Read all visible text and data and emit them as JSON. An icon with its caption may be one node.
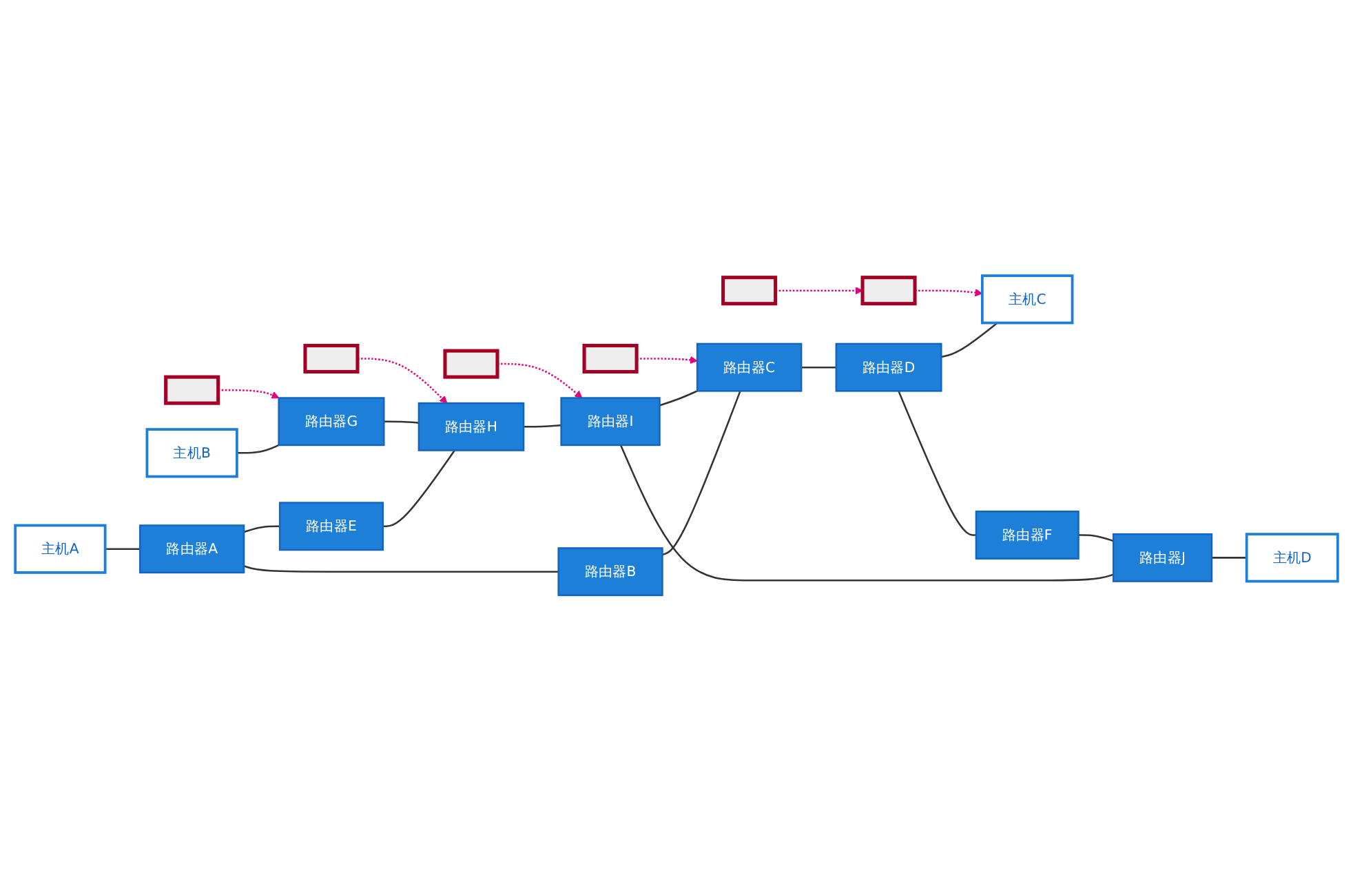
{
  "diagram": {
    "nodes": [
      {
        "text": [
          "主机A"
        ]
      },
      {
        "text": [
          "主机C"
        ]
      },
      {
        "text": [],
        "shape": "bar"
      },
      {
        "text": [],
        "shape": "bar"
      },
      {
        "text": [
          "路由器A"
        ]
      },
      {
        "text": [
          "路由器B"
        ]
      },
      {
        "text": [
          "路由器C"
        ]
      },
      {
        "text": [
          "路由器D"
        ]
      },
      {
        "text": [
          "路由器E"
        ]
      },
      {
        "text": [
          "路由器F"
        ]
      },
      {
        "text": [],
        "shape": "bar"
      },
      {
        "text": [],
        "shape": "bar"
      },
      {
        "text": [
          "路由器G"
        ]
      },
      {
        "text": [
          "主机B"
        ]
      },
      {
        "text": [
          "路由器H"
        ]
      },
      {
        "text": [
          "路由器I"
        ]
      },
      {
        "text": [
          "路由器J"
        ]
      },
      {
        "text": [
          "主机D"
        ]
      },
      {
        "text": [],
        "shape": "bar"
      },
      {
        "text": [],
        "shape": "bar"
      }
    ],
    "edges": [
      {
        "from": 0,
        "to": 4,
        "arrow": "none"
      },
      {
        "from": 4,
        "to": 5,
        "arrow": "none"
      },
      {
        "from": 5,
        "to": 6,
        "arrow": "none"
      },
      {
        "from": 6,
        "to": 7,
        "arrow": "none"
      },
      {
        "from": 7,
        "to": 1,
        "arrow": "none"
      },
      {
        "from": 4,
        "to": 8,
        "arrow": "none"
      },
      {
        "from": 8,
        "to": 14,
        "arrow": "none"
      },
      {
        "from": 13,
        "to": 12,
        "arrow": "none"
      },
      {
        "from": 12,
        "to": 14,
        "arrow": "none"
      },
      {
        "from": 14,
        "to": 15,
        "arrow": "none"
      },
      {
        "from": 15,
        "to": 16,
        "arrow": "none"
      },
      {
        "from": 16,
        "to": 17,
        "arrow": "none"
      },
      {
        "from": 15,
        "to": 6,
        "arrow": "none"
      },
      {
        "from": 7,
        "to": 9,
        "arrow": "none"
      },
      {
        "from": 9,
        "to": 16,
        "arrow": "none"
      },
      {
        "from": 19,
        "to": 12,
        "arrow": "to",
        "style": "dashed",
        "color": "#e6007e"
      },
      {
        "from": 18,
        "to": 14,
        "arrow": "to",
        "style": "dashed",
        "color": "#e6007e"
      },
      {
        "from": 11,
        "to": 15,
        "arrow": "to",
        "style": "dashed",
        "color": "#e6007e"
      },
      {
        "from": 10,
        "to": 6,
        "arrow": "to",
        "style": "dashed",
        "color": "#e6007e"
      },
      {
        "from": 2,
        "to": 3,
        "arrow": "to",
        "style": "dashed",
        "color": "#e6007e"
      },
      {
        "from": 3,
        "to": 1,
        "arrow": "to",
        "style": "dashed",
        "color": "#e6007e"
      }
    ]
  }
}
